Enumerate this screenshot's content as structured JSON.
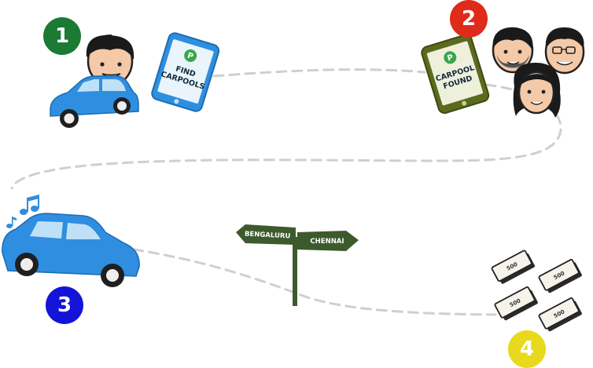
{
  "steps": [
    {
      "number": "1",
      "color": "#1b7a34"
    },
    {
      "number": "2",
      "color": "#e02a1a"
    },
    {
      "number": "3",
      "color": "#1414d8"
    },
    {
      "number": "4",
      "color": "#e8d91c"
    }
  ],
  "phone1": {
    "line1": "FIND",
    "line2": "CARPOOLS",
    "icon": "carpool-logo-icon"
  },
  "phone2": {
    "line1": "CARPOOL",
    "line2": "FOUND",
    "icon": "carpool-logo-icon"
  },
  "signpost": {
    "left": "BENGALURU",
    "right": "CHENNAI"
  },
  "banknote_value": "500",
  "colors": {
    "car": "#2f8ee0",
    "path": "#cfcfcf",
    "sign": "#3d5a2c",
    "phone_blue": "#2f8ee0",
    "phone_olive": "#5a6b1e"
  }
}
